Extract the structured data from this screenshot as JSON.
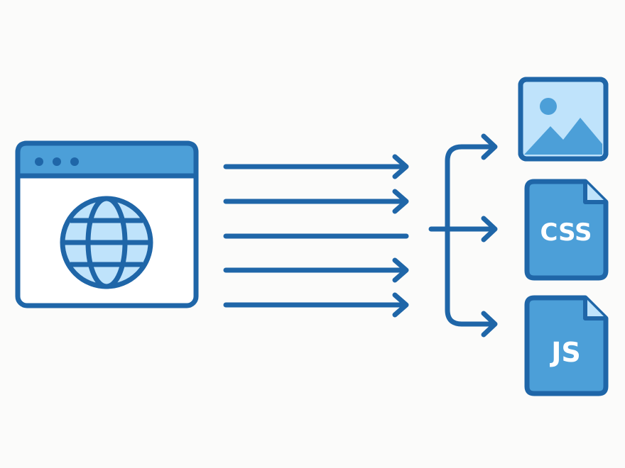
{
  "colors": {
    "background": "#fbfbfa",
    "stroke": "#1f66a8",
    "fill_medium": "#4c9fd8",
    "fill_light": "#bfe3fb",
    "window_body": "#ffffff",
    "text_on_file": "#ffffff"
  },
  "browser_window": {
    "icon": "globe-icon",
    "controls": [
      "dot",
      "dot",
      "dot"
    ]
  },
  "arrows": {
    "parallel_count": 5,
    "branch_targets": [
      "image-file",
      "css-file",
      "js-file"
    ]
  },
  "assets": [
    {
      "kind": "image",
      "icon": "image-icon"
    },
    {
      "kind": "css",
      "icon": "file-icon",
      "label": "CSS"
    },
    {
      "kind": "js",
      "icon": "file-icon",
      "label": "JS"
    }
  ]
}
